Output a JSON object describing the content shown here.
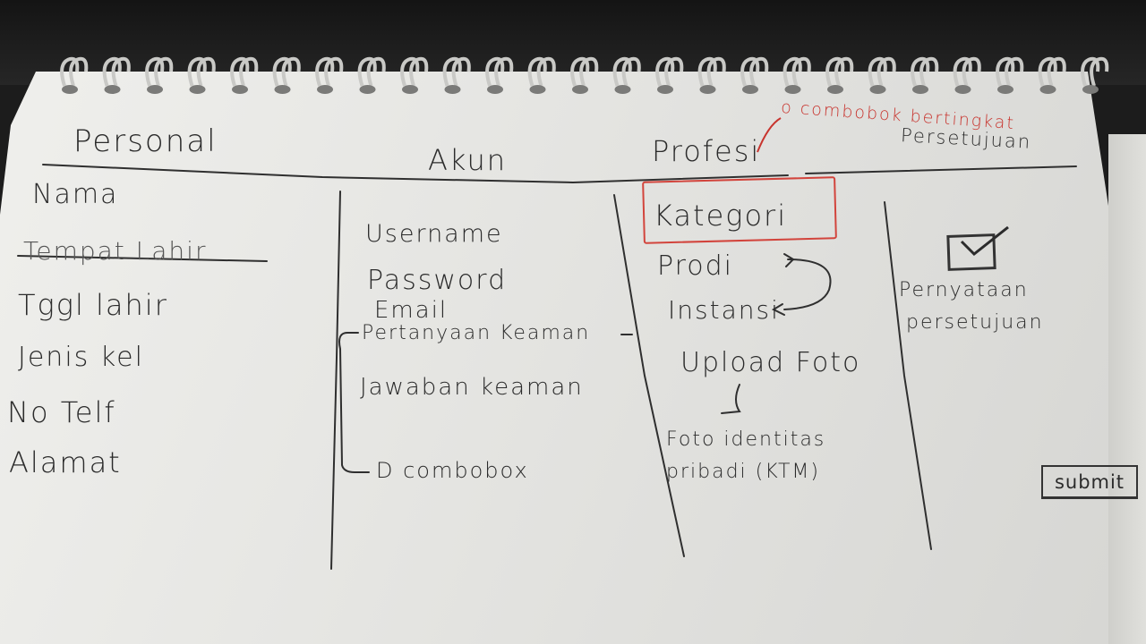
{
  "tabs": {
    "personal": "Personal",
    "akun": "Akun",
    "profesi": "Profesi",
    "persetujuan": "Persetujuan"
  },
  "annotation": {
    "combobox_bertingkat": "o combobok bertingkat"
  },
  "personal": {
    "fields": [
      "Nama",
      "Tempat Lahir",
      "Tggl lahir",
      "Jenis kel",
      "No Telf",
      "Alamat"
    ],
    "struck_out": [
      "Tempat Lahir"
    ]
  },
  "akun": {
    "fields": [
      "Username",
      "Password",
      "Email",
      "Pertanyaan Keaman",
      "Jawaban keaman"
    ],
    "note": "D combobox"
  },
  "profesi": {
    "fields": [
      "Kategori",
      "Prodi",
      "Instansi",
      "Upload Foto"
    ],
    "foto_label": "Foto identitas pribadi (KTM)"
  },
  "persetujuan": {
    "label_line1": "Pernyataan",
    "label_line2": "persetujuan",
    "checked": true,
    "submit": "submit"
  },
  "colors": {
    "ink": "#2b2b2b",
    "red_ink": "#c8342e",
    "paper": "#e8e8e5"
  }
}
